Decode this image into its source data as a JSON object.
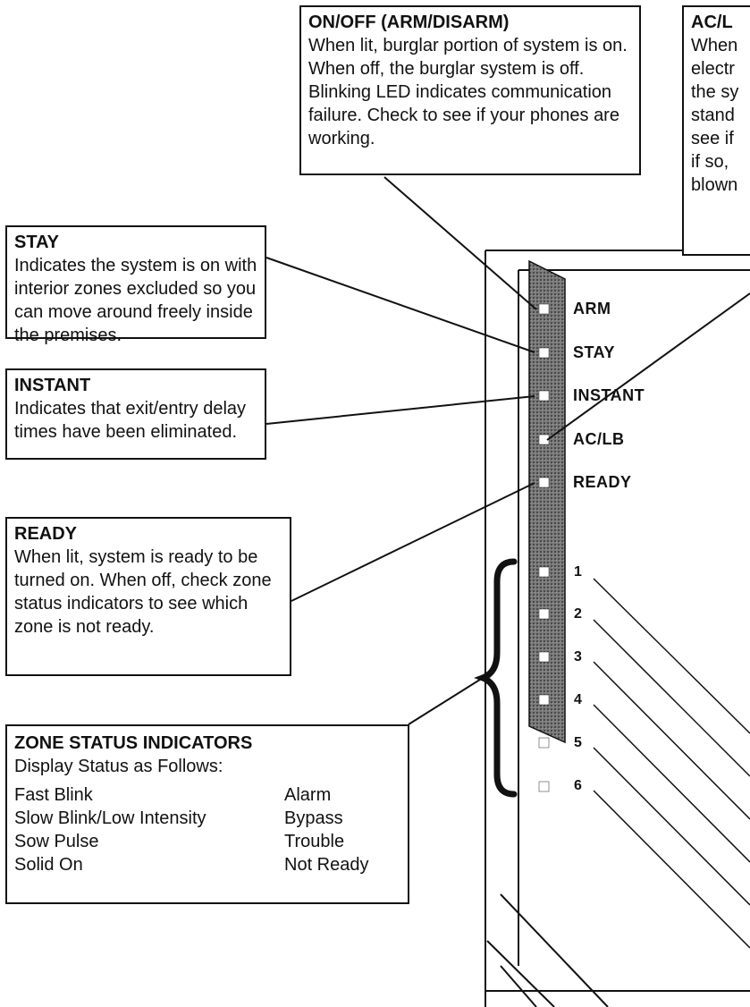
{
  "callouts": {
    "onoff": {
      "title": "ON/OFF (ARM/DISARM)",
      "body": "When lit, burglar portion of system is on.  When off, the burglar system is off.  Blinking LED indicates communication failure.  Check to see if your phones are working."
    },
    "aclb": {
      "title": "AC/L",
      "lines": [
        "When",
        "electr",
        "the sy",
        "stand",
        "see if",
        "if so,",
        "blown"
      ]
    },
    "stay": {
      "title": "STAY",
      "body": "Indicates the system is on with interior zones excluded so you can move around freely inside the premises."
    },
    "instant": {
      "title": "INSTANT",
      "body": "Indicates that exit/entry delay times have been eliminated."
    },
    "ready": {
      "title": "READY",
      "body": "When lit, system is ready to be turned on.  When off, check zone status indicators to see which zone is not ready."
    },
    "zone": {
      "title": "ZONE STATUS INDICATORS",
      "subtitle": "Display Status as Follows:",
      "rows": [
        {
          "pattern": "Fast Blink",
          "meaning": "Alarm"
        },
        {
          "pattern": "Slow Blink/Low Intensity",
          "meaning": "Bypass"
        },
        {
          "pattern": "Sow Pulse",
          "meaning": "Trouble"
        },
        {
          "pattern": "Solid On",
          "meaning": "Not Ready"
        }
      ]
    }
  },
  "panel": {
    "indicator_labels": [
      "ARM",
      "STAY",
      "INSTANT",
      "AC/LB",
      "READY"
    ],
    "zone_numbers": [
      "1",
      "2",
      "3",
      "4",
      "5",
      "6"
    ]
  },
  "colors": {
    "ink": "#111111",
    "strip": "#6e6e6e",
    "led": "#ffffff",
    "background": "#ffffff"
  }
}
